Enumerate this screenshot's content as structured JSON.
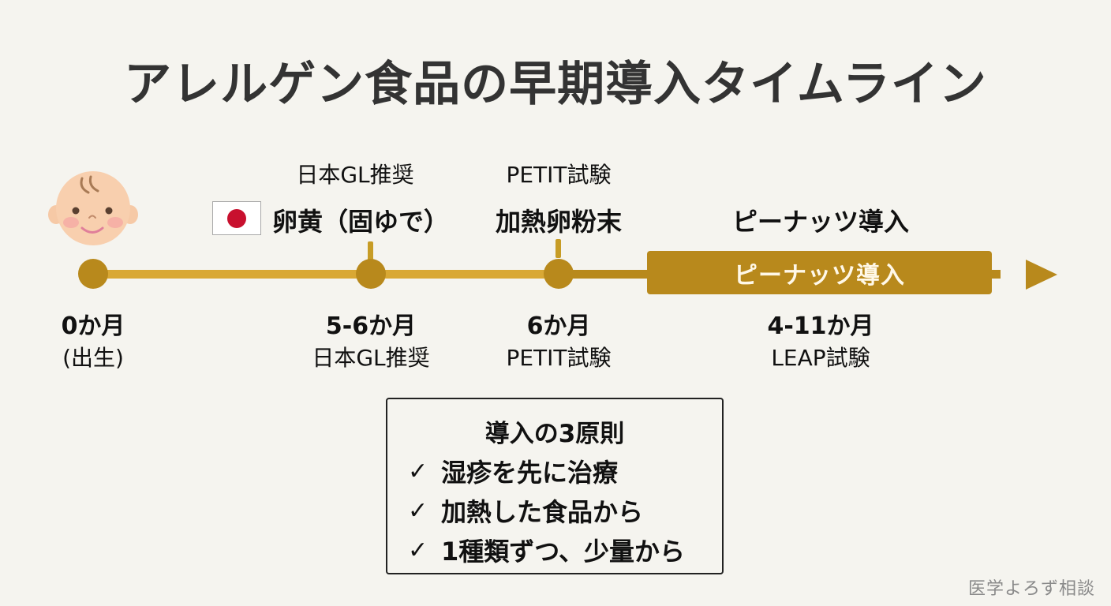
{
  "title": "アレルゲン食品の早期導入タイムライン",
  "colors": {
    "background": "#f5f4ef",
    "timeline_light": "#d9a834",
    "timeline_dark": "#b8891c",
    "flag_red": "#c8102e",
    "title_text": "#333333",
    "watermark_text": "#8a8a8a"
  },
  "timeline": {
    "milestones": [
      {
        "month": "0か月",
        "sub": "(出生)",
        "icon": "baby-face-icon"
      },
      {
        "top_label": "日本GL推奨",
        "food": "卵黄（固ゆで）",
        "icon": "japan-flag-icon",
        "month": "5-6か月",
        "sub": "日本GL推奨"
      },
      {
        "top_label": "PETIT試験",
        "food": "加熱卵粉末",
        "month": "6か月",
        "sub": "PETIT試験"
      },
      {
        "food": "ピーナッツ導入",
        "bar_label": "ピーナッツ導入",
        "month": "4-11か月",
        "sub": "LEAP試験"
      }
    ]
  },
  "principles": {
    "title": "導入の3原則",
    "check_glyph": "✓",
    "items": [
      "湿疹を先に治療",
      "加熱した食品から",
      "1種類ずつ、少量から"
    ]
  },
  "watermark": "医学よろず相談"
}
